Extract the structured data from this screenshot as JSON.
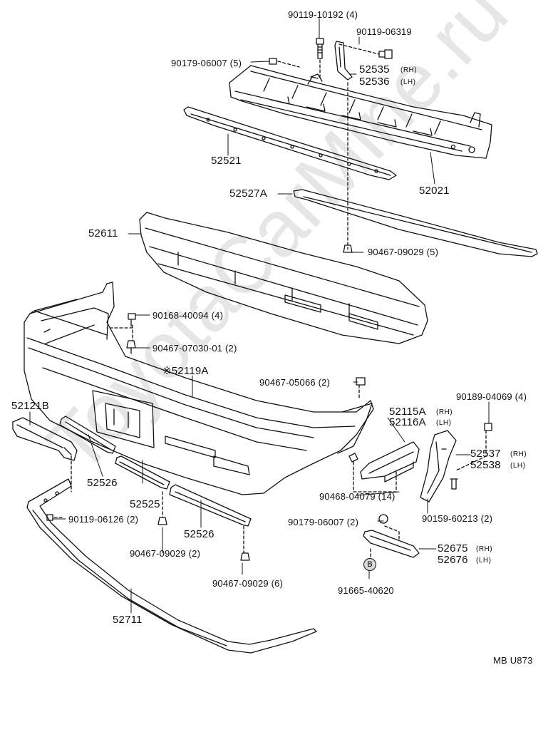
{
  "watermark": "ToyotaCarMine.ru",
  "diagram_code": "MB U873",
  "reference_marker": "B",
  "parts": [
    {
      "id": "p1",
      "text": "90119-10192 (4)"
    },
    {
      "id": "p2",
      "text": "90119-06319"
    },
    {
      "id": "p3",
      "text": "90179-06007 (5)"
    },
    {
      "id": "p4",
      "text": "52535",
      "side": "(RH)"
    },
    {
      "id": "p5",
      "text": "52536",
      "side": "(LH)"
    },
    {
      "id": "p6",
      "text": "52521"
    },
    {
      "id": "p7",
      "text": "52021"
    },
    {
      "id": "p8",
      "text": "52527A"
    },
    {
      "id": "p9",
      "text": "52611"
    },
    {
      "id": "p10",
      "text": "90467-09029 (5)"
    },
    {
      "id": "p11",
      "text": "90168-40094 (4)"
    },
    {
      "id": "p12",
      "text": "90467-07030-01 (2)"
    },
    {
      "id": "p13",
      "text": "※52119A"
    },
    {
      "id": "p14",
      "text": "90467-05066 (2)"
    },
    {
      "id": "p15",
      "text": "90189-04069 (4)"
    },
    {
      "id": "p16",
      "text": "52121B"
    },
    {
      "id": "p17",
      "text": "52115A",
      "side": "(RH)"
    },
    {
      "id": "p18",
      "text": "52116A",
      "side": "(LH)"
    },
    {
      "id": "p19",
      "text": "52537",
      "side": "(RH)"
    },
    {
      "id": "p20",
      "text": "52538",
      "side": "(LH)"
    },
    {
      "id": "p21",
      "text": "52526"
    },
    {
      "id": "p22",
      "text": "52525"
    },
    {
      "id": "p23",
      "text": "90468-04079 (14)"
    },
    {
      "id": "p24",
      "text": "90119-06126 (2)"
    },
    {
      "id": "p25",
      "text": "52526"
    },
    {
      "id": "p26",
      "text": "90159-60213 (2)"
    },
    {
      "id": "p27",
      "text": "90179-06007 (2)"
    },
    {
      "id": "p28",
      "text": "90467-09029 (2)"
    },
    {
      "id": "p29",
      "text": "52675",
      "side": "(RH)"
    },
    {
      "id": "p30",
      "text": "52676",
      "side": "(LH)"
    },
    {
      "id": "p31",
      "text": "90467-09029 (6)"
    },
    {
      "id": "p32",
      "text": "91665-40620"
    },
    {
      "id": "p33",
      "text": "52711"
    }
  ]
}
